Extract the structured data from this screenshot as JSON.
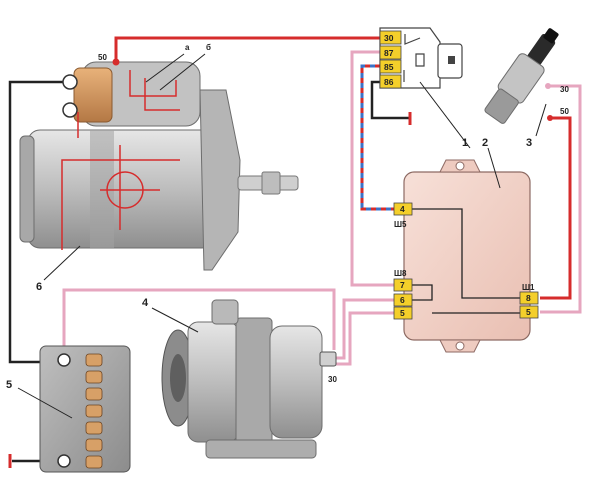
{
  "callouts": {
    "relay": "1",
    "controller": "2",
    "ignition_switch": "3",
    "alternator": "4",
    "fuse_box": "5",
    "starter": "6"
  },
  "starter": {
    "terminal_50": "50",
    "label_a": "а",
    "label_b": "б"
  },
  "relay": {
    "pins": [
      "30",
      "87",
      "85",
      "86"
    ]
  },
  "ignition_switch": {
    "terminal_30": "30",
    "terminal_50": "50"
  },
  "controller": {
    "connector_sh5": "Ш5",
    "connector_sh8": "Ш8",
    "connector_sh1": "Ш1",
    "sh5_pins": [
      "4"
    ],
    "sh8_pins": [
      "7",
      "6",
      "5"
    ],
    "sh1_pins": [
      "8",
      "5"
    ]
  },
  "alternator": {
    "terminal_30": "30"
  },
  "colors": {
    "wire_red": "#d62c2c",
    "wire_pink": "#e6a6bf",
    "wire_blue": "#3b73c8",
    "wire_black": "#222222",
    "terminal_yellow": "#f4cf2a",
    "controller_body": "#f2d4cb",
    "starter_body": "#c9c9c9",
    "starter_solenoid": "#d7a067"
  }
}
